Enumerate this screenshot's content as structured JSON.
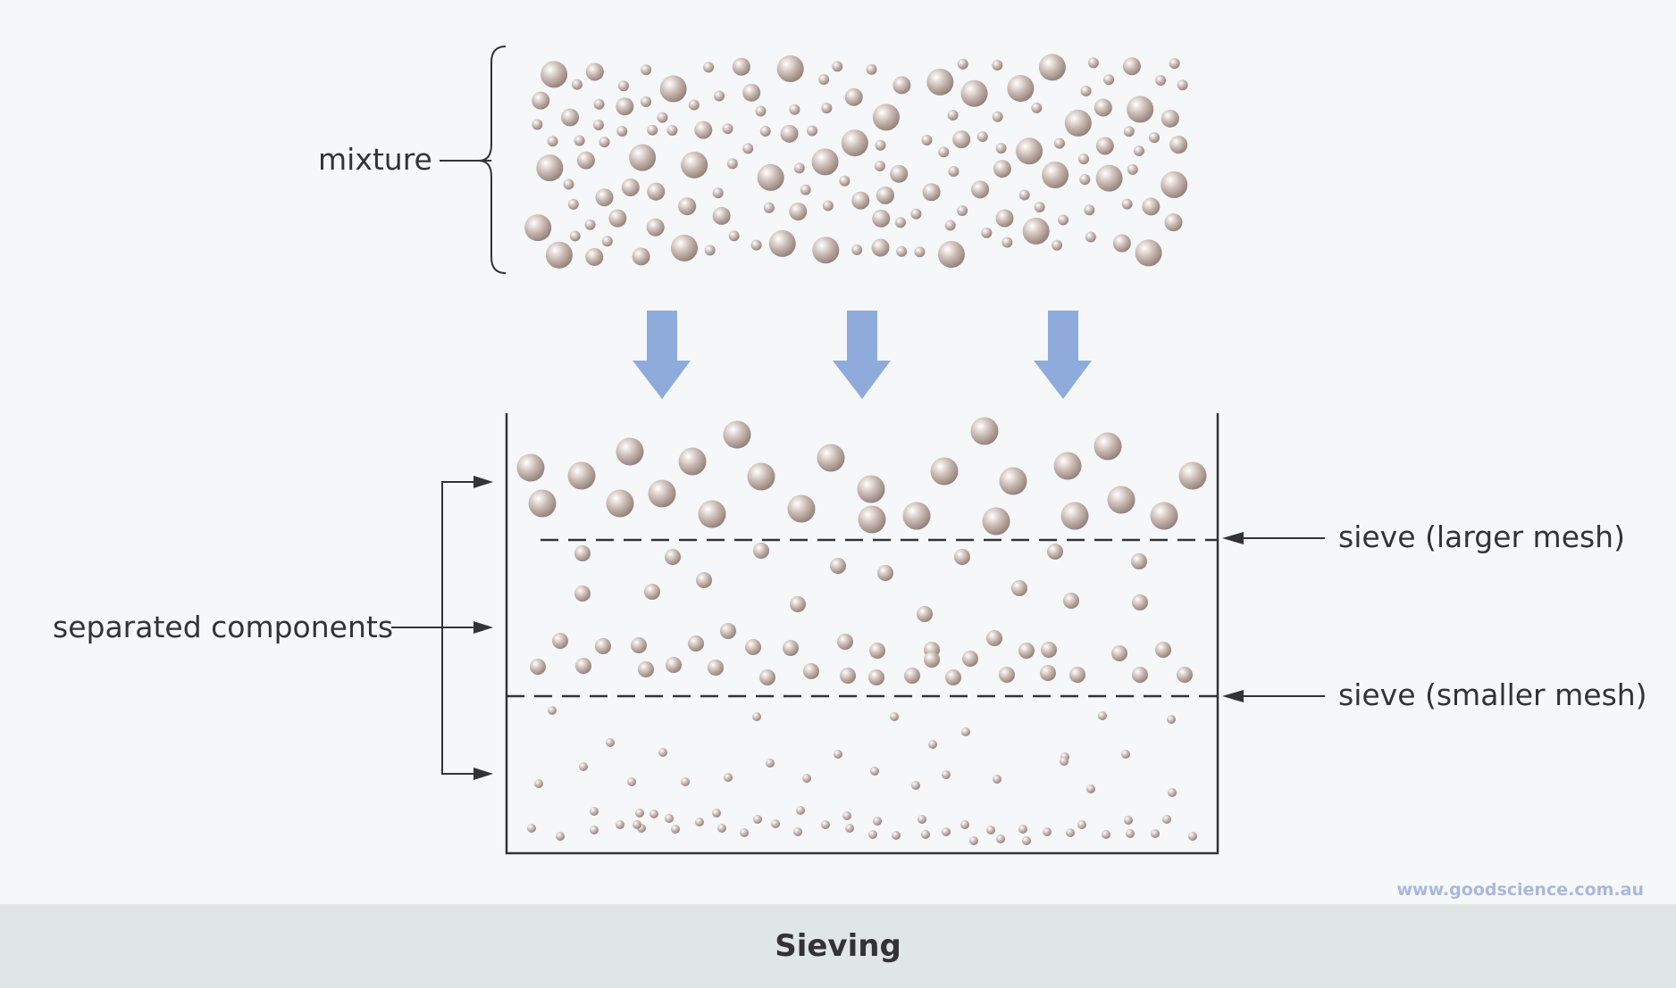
{
  "labels": {
    "mixture": "mixture",
    "separated": "separated components",
    "sieve_large": "sieve (larger mesh)",
    "sieve_small": "sieve (smaller mesh)"
  },
  "caption": "Sieving",
  "watermark": "www.goodscience.com.au",
  "colors": {
    "background": "#f5f7f9",
    "caption_band": "#e0e6e6",
    "arrow_fill": "#8eabdc",
    "particle_highlight": "#ffffff",
    "particle_mid": "#cdbdb7",
    "particle_dark": "#8d7a74",
    "line": "#333333",
    "watermark": "#a9b8de"
  },
  "icons": [
    "down-arrow-icon",
    "left-arrow-icon",
    "right-arrow-icon",
    "curly-brace-icon"
  ]
}
